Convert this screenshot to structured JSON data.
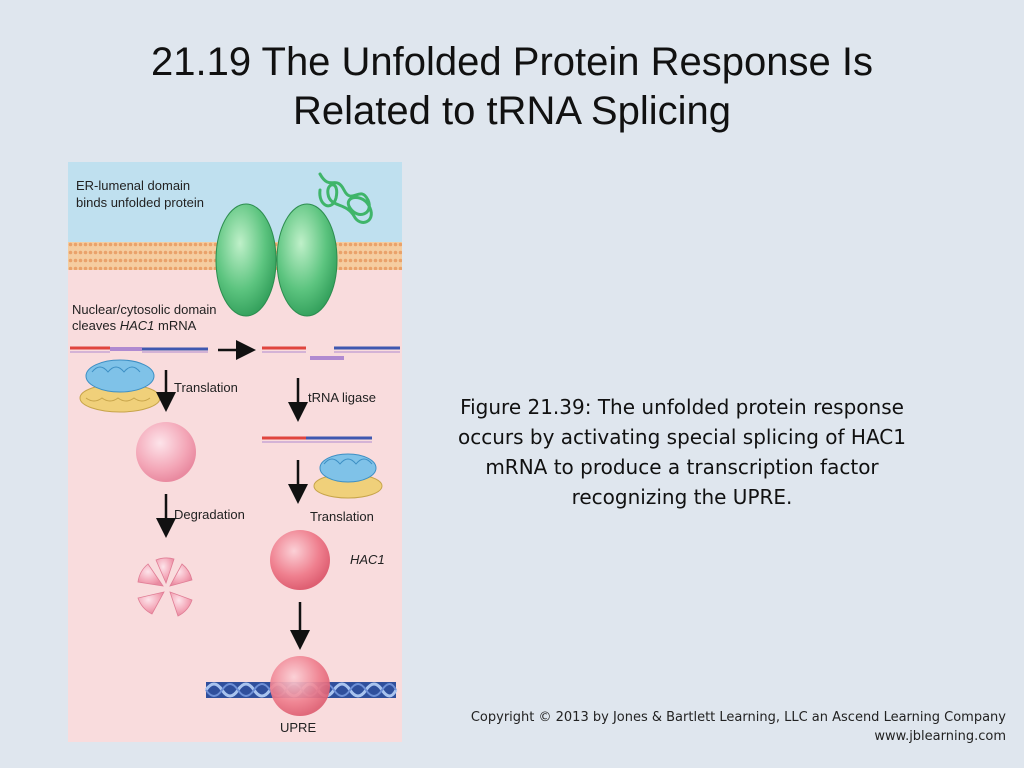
{
  "slide": {
    "title_line1": "21.19  The Unfolded Protein Response Is",
    "title_line2": "Related to tRNA Splicing"
  },
  "figure": {
    "er_label_line1": "ER-lumenal domain",
    "er_label_line2": "binds unfolded protein",
    "nuclear_label_line1": "Nuclear/cytosolic domain",
    "nuclear_label_line2_prefix": "cleaves ",
    "nuclear_label_line2_italic": "HAC1",
    "nuclear_label_line2_suffix": " mRNA",
    "left_translation": "Translation",
    "degradation": "Degradation",
    "trna_ligase": "tRNA ligase",
    "right_translation": "Translation",
    "hac1_label": "HAC1",
    "upre_label": "UPRE",
    "colors": {
      "lumen": "#bfe0ef",
      "cytosol": "#f9dcdd",
      "membrane": "#f2c08e",
      "receptor": "#3fb56a",
      "mrna_red": "#e0453e",
      "mrna_blue": "#3f58b0",
      "intron_purple": "#b08ad0",
      "sphere_pink": "#ef8ea2",
      "dna_blue": "#3b5fb0"
    }
  },
  "caption": {
    "line1": "Figure 21.39: The unfolded protein response",
    "line2": "occurs by activating special splicing of HAC1",
    "line3": "mRNA to produce a transcription factor",
    "line4": "recognizing the UPRE."
  },
  "copyright": {
    "line1": "Copyright © 2013 by Jones & Bartlett Learning, LLC an Ascend Learning Company",
    "line2": "www.jblearning.com"
  }
}
